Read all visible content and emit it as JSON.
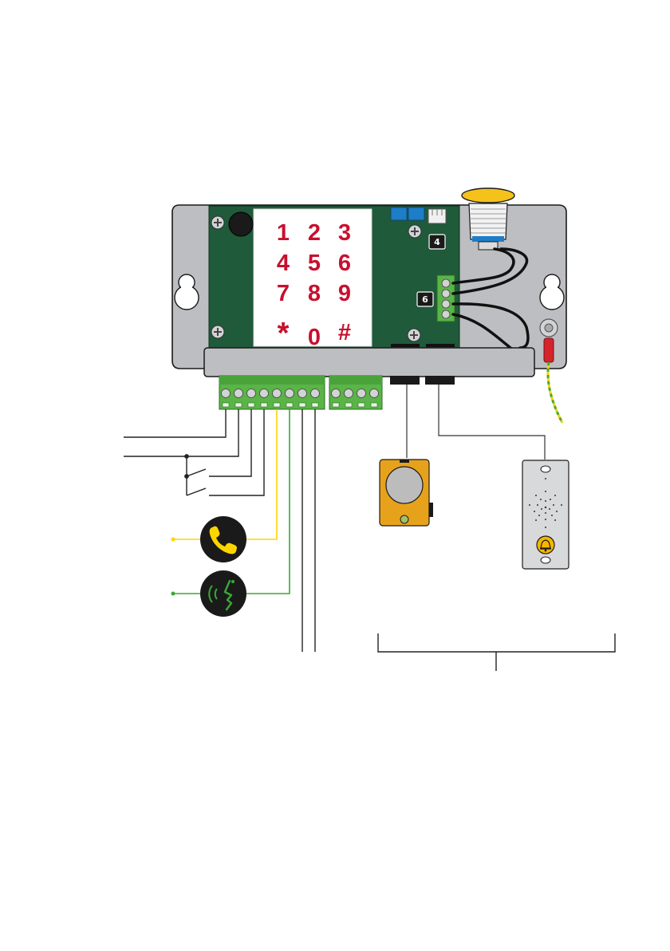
{
  "keypad": {
    "keys": [
      "1",
      "2",
      "3",
      "4",
      "5",
      "6",
      "7",
      "8",
      "9",
      "*",
      "0",
      "#"
    ]
  },
  "callouts": {
    "connector_4": "4",
    "connector_6": "6"
  },
  "colors": {
    "pcb": "#1f5a3a",
    "enclosure": "#bdbec1",
    "key_text": "#c8102e",
    "terminal": "#5ab447",
    "call_line": "#ffd500",
    "voice_line": "#3aa935",
    "earth_wire_a": "#f2d500",
    "earth_wire_b": "#4aa83a",
    "speaker_box": "#e7a21b",
    "panel_button": "#f5b700"
  },
  "icons": [
    "handset-icon",
    "speaking-head-icon",
    "bell-icon",
    "screw-icon"
  ]
}
